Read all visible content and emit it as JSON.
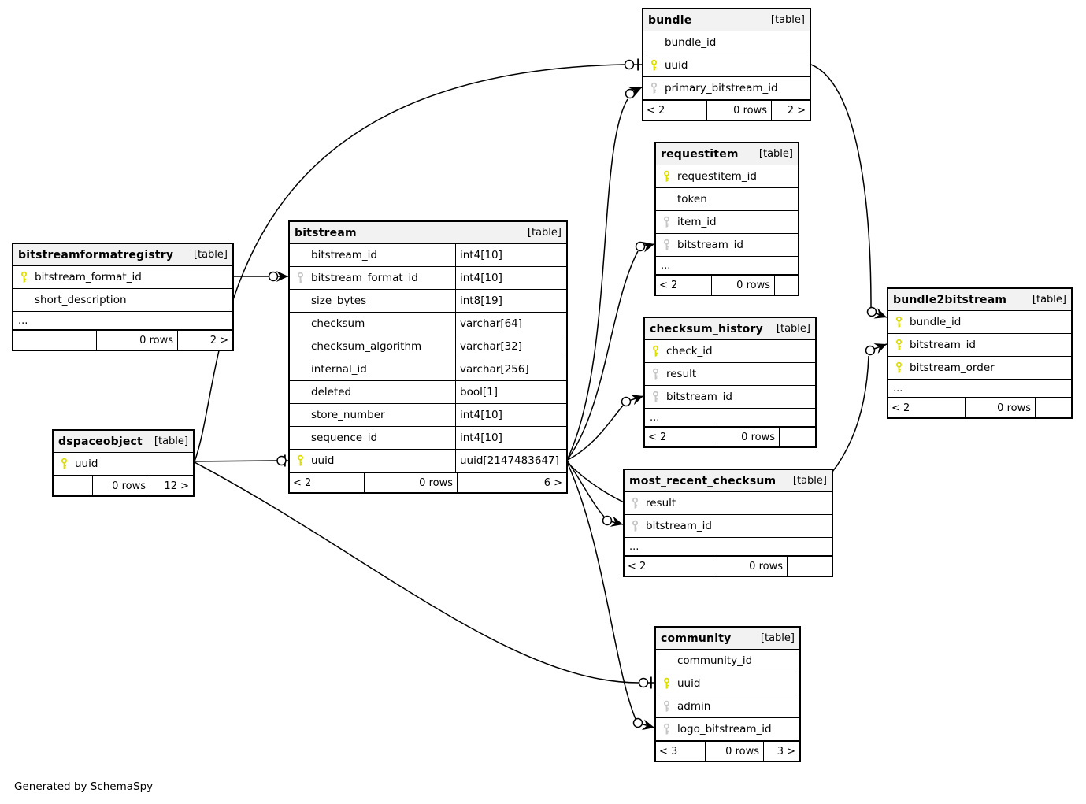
{
  "footer_note": "Generated by SchemaSpy",
  "colors": {
    "pk_key": "#dddd00",
    "fk_key": "#c6c6c6",
    "header_bg": "#f2f2f2",
    "line": "#000000"
  },
  "tables": [
    {
      "id": "bundle",
      "name": "bundle",
      "tag": "[table]",
      "columns": [
        {
          "name": "bundle_id",
          "key": "none"
        },
        {
          "name": "uuid",
          "key": "pk"
        },
        {
          "name": "primary_bitstream_id",
          "key": "fk"
        }
      ],
      "footer": {
        "page_prev": "< 2",
        "rows": "0 rows",
        "page_next": "2 >"
      }
    },
    {
      "id": "requestitem",
      "name": "requestitem",
      "tag": "[table]",
      "columns": [
        {
          "name": "requestitem_id",
          "key": "pk"
        },
        {
          "name": "token",
          "key": "none"
        },
        {
          "name": "item_id",
          "key": "fk"
        },
        {
          "name": "bitstream_id",
          "key": "fk"
        },
        {
          "name": "...",
          "key": "none",
          "more": true
        }
      ],
      "footer": {
        "page_prev": "< 2",
        "rows": "0 rows",
        "page_next": ""
      }
    },
    {
      "id": "bitstreamformatregistry",
      "name": "bitstreamformatregistry",
      "tag": "[table]",
      "columns": [
        {
          "name": "bitstream_format_id",
          "key": "pk"
        },
        {
          "name": "short_description",
          "key": "none"
        },
        {
          "name": "...",
          "key": "none",
          "more": true
        }
      ],
      "footer": {
        "page_prev": "",
        "rows": "0 rows",
        "page_next": "2 >"
      }
    },
    {
      "id": "bitstream",
      "name": "bitstream",
      "tag": "[table]",
      "columns": [
        {
          "name": "bitstream_id",
          "key": "none",
          "type": "int4[10]"
        },
        {
          "name": "bitstream_format_id",
          "key": "fk",
          "type": "int4[10]"
        },
        {
          "name": "size_bytes",
          "key": "none",
          "type": "int8[19]"
        },
        {
          "name": "checksum",
          "key": "none",
          "type": "varchar[64]"
        },
        {
          "name": "checksum_algorithm",
          "key": "none",
          "type": "varchar[32]"
        },
        {
          "name": "internal_id",
          "key": "none",
          "type": "varchar[256]"
        },
        {
          "name": "deleted",
          "key": "none",
          "type": "bool[1]"
        },
        {
          "name": "store_number",
          "key": "none",
          "type": "int4[10]"
        },
        {
          "name": "sequence_id",
          "key": "none",
          "type": "int4[10]"
        },
        {
          "name": "uuid",
          "key": "pk",
          "type": "uuid[2147483647]"
        }
      ],
      "footer": {
        "page_prev": "< 2",
        "rows": "0 rows",
        "page_next": "6 >"
      }
    },
    {
      "id": "checksum_history",
      "name": "checksum_history",
      "tag": "[table]",
      "columns": [
        {
          "name": "check_id",
          "key": "pk"
        },
        {
          "name": "result",
          "key": "fk"
        },
        {
          "name": "bitstream_id",
          "key": "fk"
        },
        {
          "name": "...",
          "key": "none",
          "more": true
        }
      ],
      "footer": {
        "page_prev": "< 2",
        "rows": "0 rows",
        "page_next": ""
      }
    },
    {
      "id": "bundle2bitstream",
      "name": "bundle2bitstream",
      "tag": "[table]",
      "columns": [
        {
          "name": "bundle_id",
          "key": "pk"
        },
        {
          "name": "bitstream_id",
          "key": "pk"
        },
        {
          "name": "bitstream_order",
          "key": "pk"
        },
        {
          "name": "...",
          "key": "none",
          "more": true
        }
      ],
      "footer": {
        "page_prev": "< 2",
        "rows": "0 rows",
        "page_next": ""
      }
    },
    {
      "id": "dspaceobject",
      "name": "dspaceobject",
      "tag": "[table]",
      "columns": [
        {
          "name": "uuid",
          "key": "pk"
        }
      ],
      "footer": {
        "page_prev": "",
        "rows": "0 rows",
        "page_next": "12 >"
      }
    },
    {
      "id": "most_recent_checksum",
      "name": "most_recent_checksum",
      "tag": "[table]",
      "columns": [
        {
          "name": "result",
          "key": "fk"
        },
        {
          "name": "bitstream_id",
          "key": "fk"
        },
        {
          "name": "...",
          "key": "none",
          "more": true
        }
      ],
      "footer": {
        "page_prev": "< 2",
        "rows": "0 rows",
        "page_next": ""
      }
    },
    {
      "id": "community",
      "name": "community",
      "tag": "[table]",
      "columns": [
        {
          "name": "community_id",
          "key": "none"
        },
        {
          "name": "uuid",
          "key": "pk"
        },
        {
          "name": "admin",
          "key": "fk"
        },
        {
          "name": "logo_bitstream_id",
          "key": "fk"
        }
      ],
      "footer": {
        "page_prev": "< 3",
        "rows": "0 rows",
        "page_next": "3 >"
      }
    }
  ],
  "relationships": [
    {
      "from": "dspaceobject.uuid",
      "to": "bitstream.uuid",
      "to_end": "one"
    },
    {
      "from": "dspaceobject.uuid",
      "to": "bundle.uuid",
      "to_end": "one"
    },
    {
      "from": "dspaceobject.uuid",
      "to": "community.uuid",
      "to_end": "one"
    },
    {
      "from": "bitstreamformatregistry.bitstream_format_id",
      "to": "bitstream.bitstream_format_id",
      "to_end": "many"
    },
    {
      "from": "bitstream.uuid",
      "to": "bundle.primary_bitstream_id",
      "to_end": "many"
    },
    {
      "from": "bitstream.uuid",
      "to": "requestitem.bitstream_id",
      "to_end": "many"
    },
    {
      "from": "bitstream.uuid",
      "to": "checksum_history.bitstream_id",
      "to_end": "many"
    },
    {
      "from": "bitstream.uuid",
      "to": "most_recent_checksum.bitstream_id",
      "to_end": "many"
    },
    {
      "from": "bitstream.uuid",
      "to": "bundle2bitstream.bitstream_id",
      "to_end": "many"
    },
    {
      "from": "bitstream.uuid",
      "to": "community.logo_bitstream_id",
      "to_end": "many"
    },
    {
      "from": "bundle.uuid",
      "to": "bundle2bitstream.bundle_id",
      "to_end": "many"
    }
  ]
}
